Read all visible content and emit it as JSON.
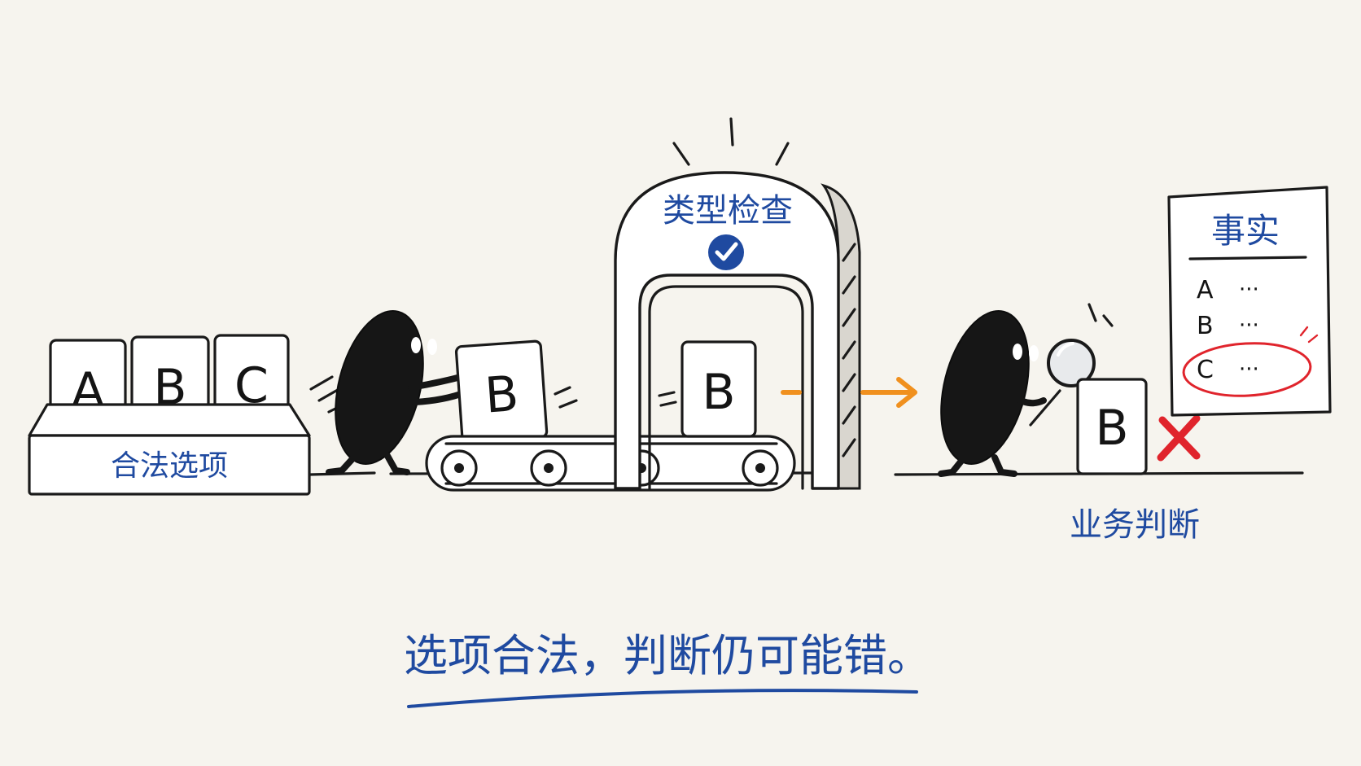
{
  "options_bin": {
    "cards": [
      "A",
      "B",
      "C"
    ],
    "label": "合法选项"
  },
  "conveyor": {
    "carried_card": "B"
  },
  "gate": {
    "label": "类型检查",
    "inner_card": "B",
    "check_icon": "check-circle-icon"
  },
  "judgment": {
    "card": "B",
    "label": "业务判断",
    "result_icon": "red-x-icon",
    "tool_icon": "magnifier-icon"
  },
  "facts_sheet": {
    "title": "事实",
    "rows": [
      {
        "key": "A",
        "value": "···"
      },
      {
        "key": "B",
        "value": "···"
      },
      {
        "key": "C",
        "value": "···"
      }
    ],
    "highlighted_row": "C"
  },
  "caption": "选项合法，判断仍可能错。",
  "colors": {
    "ink": "#1a1a1a",
    "blue": "#1f4aa0",
    "orange": "#f0901e",
    "red": "#e0242c",
    "paper": "#f6f4ee"
  }
}
